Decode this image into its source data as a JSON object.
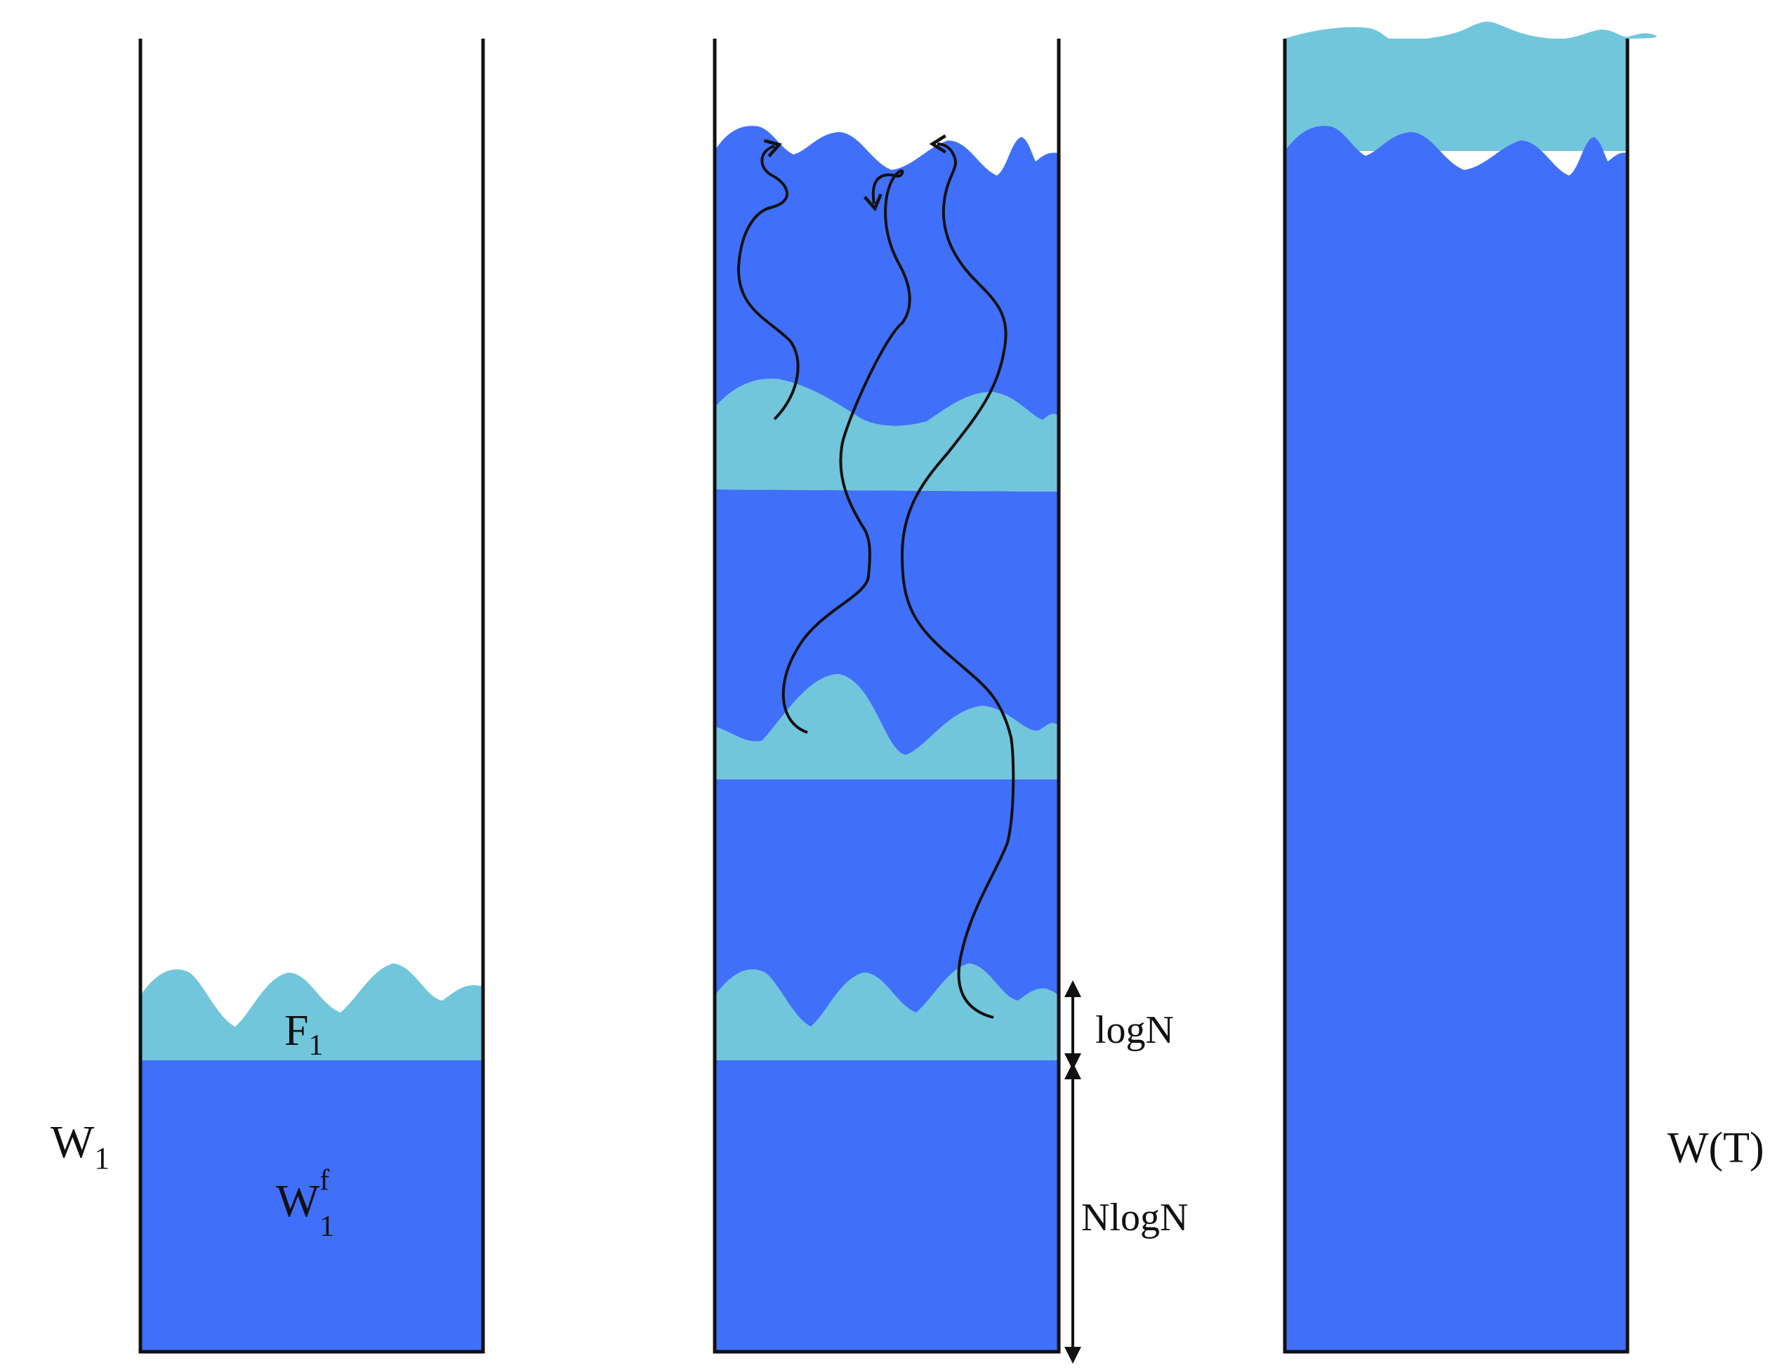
{
  "colors": {
    "frozen_deep": "#4070f9",
    "front_light": "#72c6db",
    "outline": "#111111",
    "background": "#ffffff"
  },
  "labels": {
    "w1": {
      "main": "W",
      "sub": "1"
    },
    "f1": {
      "main": "F",
      "sub": "1"
    },
    "w1f": {
      "main": "W",
      "sub": "1",
      "sup": "f"
    },
    "logn": "logN",
    "nlogn": "NlogN",
    "wt": "W(T)"
  },
  "icons": [
    "double-arrow-icon",
    "wavy-path-arrow-icon"
  ]
}
